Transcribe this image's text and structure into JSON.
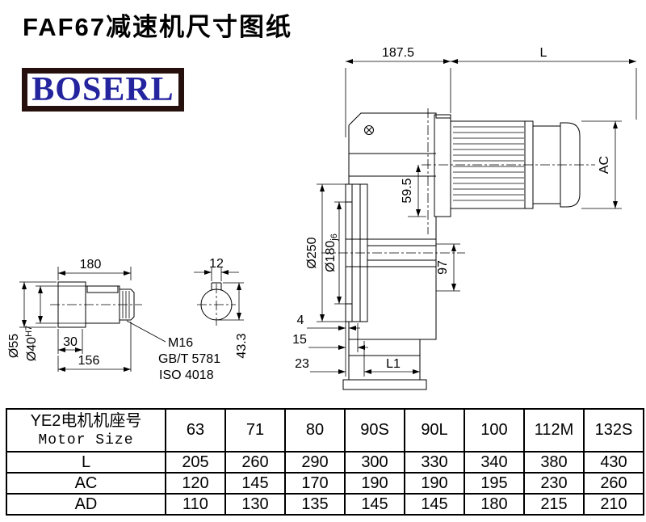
{
  "page": {
    "title": "FAF67减速机尺寸图纸",
    "logo_text": "BOSERL"
  },
  "drawing": {
    "top_width": "187.5",
    "motor_length": "L",
    "motor_height": "AC",
    "flange_od": "Ø250",
    "spigot_d": "Ø180",
    "spigot_fit": "j6",
    "dim_59_5": "59.5",
    "dim_97": "97",
    "dim_4": "4",
    "dim_15": "15",
    "dim_23": "23",
    "dim_l1": "L1",
    "dim_180": "180",
    "key_w": "12",
    "shaft_d1": "Ø55",
    "shaft_d2": "Ø40",
    "shaft_fit": "H7",
    "dim_30": "30",
    "dim_156": "156",
    "thread": "M16",
    "std1": "GB/T 5781",
    "std2": "ISO 4018",
    "key_h": "43.3"
  },
  "table": {
    "header": {
      "cn": "YE2电机机座号",
      "en": "Motor Size"
    },
    "sizes": [
      "63",
      "71",
      "80",
      "90S",
      "90L",
      "100",
      "112M",
      "132S"
    ],
    "rows": [
      {
        "label": "L",
        "values": [
          "205",
          "260",
          "290",
          "300",
          "330",
          "340",
          "380",
          "430"
        ]
      },
      {
        "label": "AC",
        "values": [
          "120",
          "145",
          "170",
          "190",
          "190",
          "195",
          "230",
          "260"
        ]
      },
      {
        "label": "AD",
        "values": [
          "110",
          "130",
          "135",
          "145",
          "145",
          "180",
          "215",
          "210"
        ]
      }
    ]
  }
}
